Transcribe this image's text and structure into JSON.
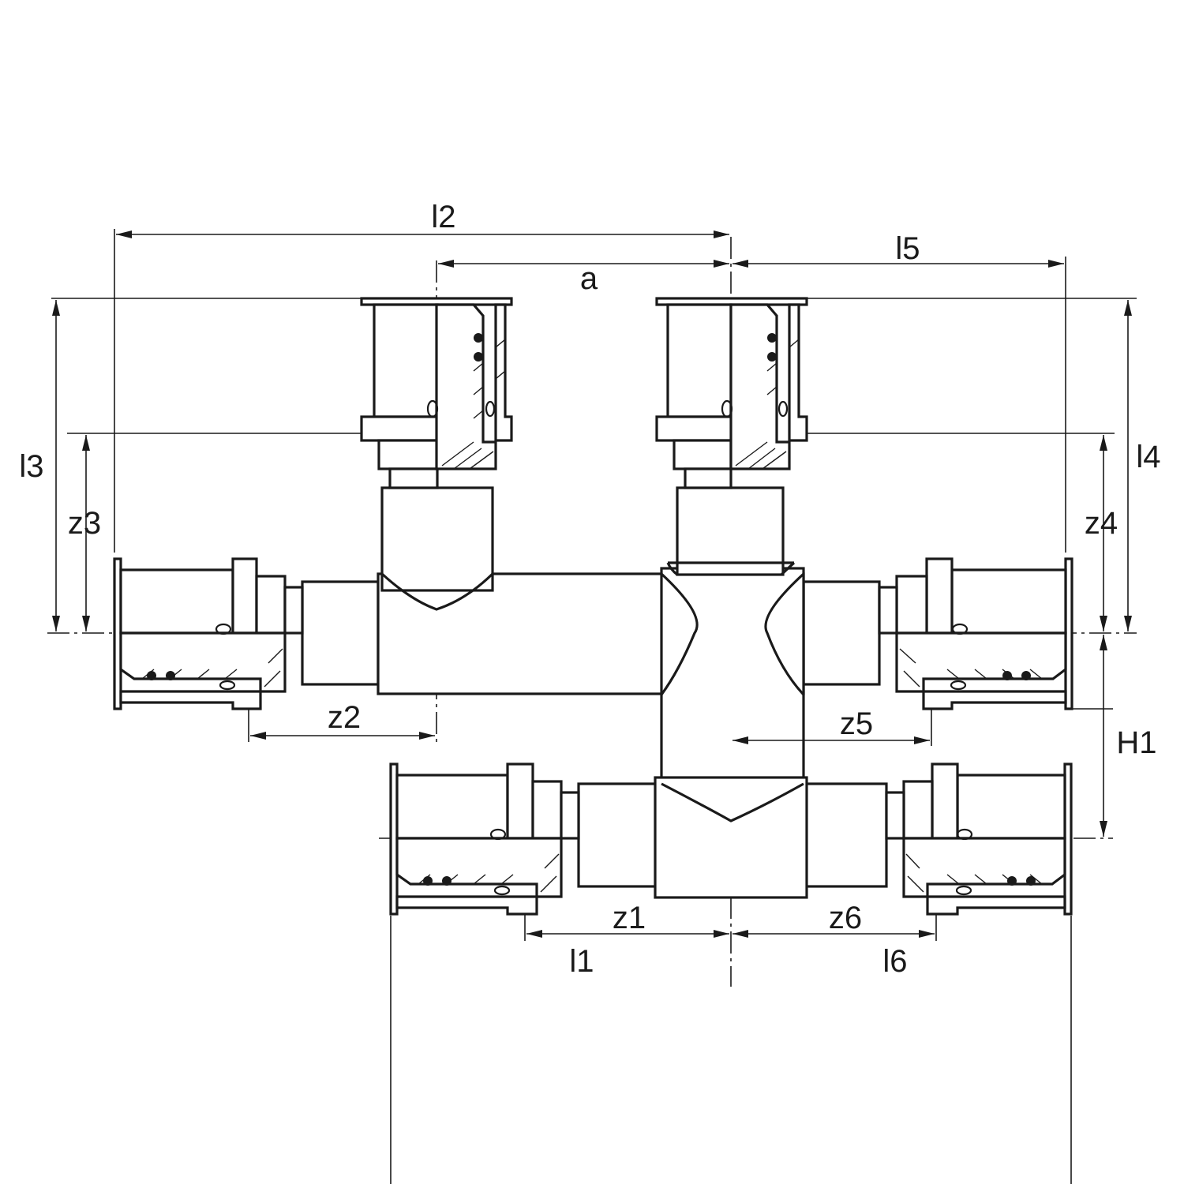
{
  "diagram": {
    "labels": {
      "l1": "l1",
      "l2": "l2",
      "l3": "l3",
      "l4": "l4",
      "l5": "l5",
      "l6": "l6",
      "a": "a",
      "z1": "z1",
      "z2": "z2",
      "z3": "z3",
      "z4": "z4",
      "z5": "z5",
      "z6": "z6",
      "H1": "H1"
    }
  }
}
